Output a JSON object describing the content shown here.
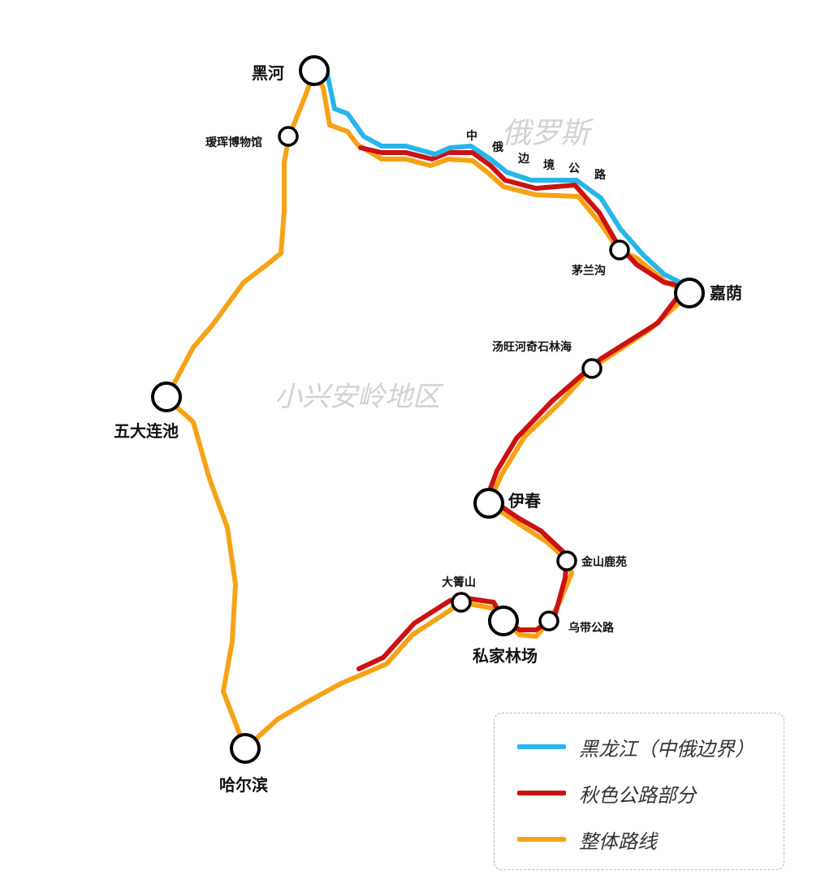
{
  "colors": {
    "river": "#27B6E9",
    "autumn_road": "#CC1111",
    "overall_route": "#F5A316"
  },
  "regions": {
    "russia": "俄罗斯",
    "xiaoxinganling": "小兴安岭地区"
  },
  "road_label": [
    "中",
    "俄",
    "边",
    "境",
    "公",
    "路"
  ],
  "places": {
    "heihe": "黑河",
    "aihui_museum": "瑷珲博物馆",
    "maolangou": "茅兰沟",
    "jiayin": "嘉荫",
    "tangwanghe": "汤旺河奇石林海",
    "wudalianchi": "五大连池",
    "yichun": "伊春",
    "jinshan_deer": "金山鹿苑",
    "daqingshan": "大箐山",
    "wudai_road": "乌带公路",
    "sijia_forest": "私家林场",
    "harbin": "哈尔滨"
  },
  "legend": [
    {
      "label": "黑龙江（中俄边界）",
      "color_key": "river"
    },
    {
      "label": "秋色公路部分",
      "color_key": "autumn_road"
    },
    {
      "label": "整体路线",
      "color_key": "overall_route"
    }
  ]
}
